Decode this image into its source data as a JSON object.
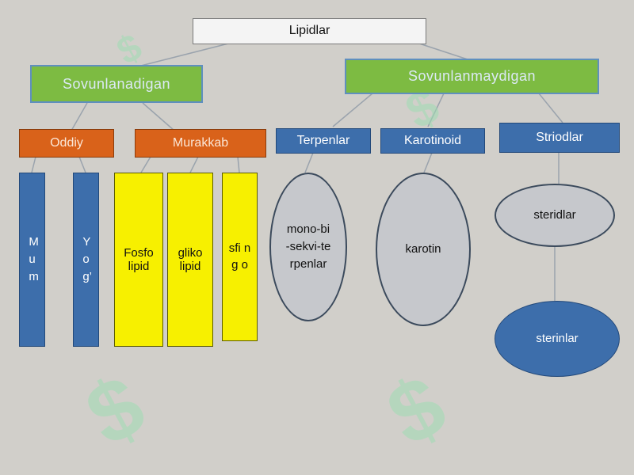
{
  "diagram": {
    "root": "Lipidlar",
    "left_group": "Sovunlanadigan",
    "right_group": "Sovunlanmaydigan",
    "oddiy": "Oddiy",
    "murakkab": "Murakkab",
    "terpenlar": "Terpenlar",
    "karotinoid": "Karotinoid",
    "striodlar": "Striodlar",
    "mum": "Mum",
    "yog": "Yog’",
    "fosfolipid": "Fosfo lipid",
    "glikolipid": "gliko lipid",
    "sfingo": "sfi ng o",
    "terpen_types": "mono-bi-sekvi-terpenlar",
    "karotin": "karotin",
    "steridlar": "steridlar",
    "sterinlar": "sterinlar"
  },
  "colors": {
    "background": "#d1cfca",
    "green": "#7dbb42",
    "orange": "#d9621a",
    "blue": "#3d6eab",
    "yellow": "#f7f000",
    "grey_oval": "#c6c8cc",
    "connector": "#9aa3ad"
  }
}
